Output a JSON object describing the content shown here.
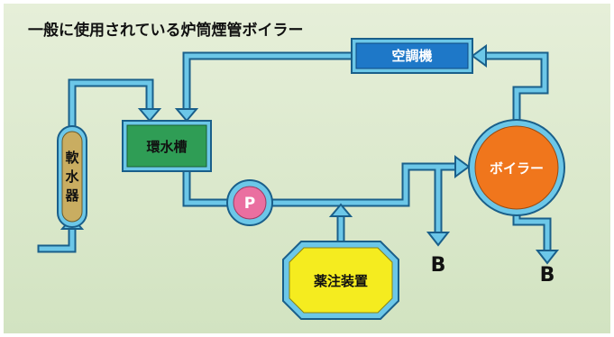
{
  "title": "一般に使用されている炉筒煙管ボイラー",
  "components": {
    "softener": "軟水器",
    "tank": "環水槽",
    "aircon": "空調機",
    "pump": "P",
    "boiler": "ボイラー",
    "chemical": "薬注装置"
  },
  "outlets": {
    "blow_left": "B",
    "blow_right": "B"
  },
  "colors": {
    "background": "#dbe9cc",
    "pipe": "#6cc7e8",
    "pipe_outline": "#1a5f8a",
    "softener": "#c9ad61",
    "tank": "#2f9d55",
    "aircon": "#1e78c8",
    "pump": "#ea6fa0",
    "boiler": "#f0761c",
    "chemical": "#f5ec1f"
  }
}
